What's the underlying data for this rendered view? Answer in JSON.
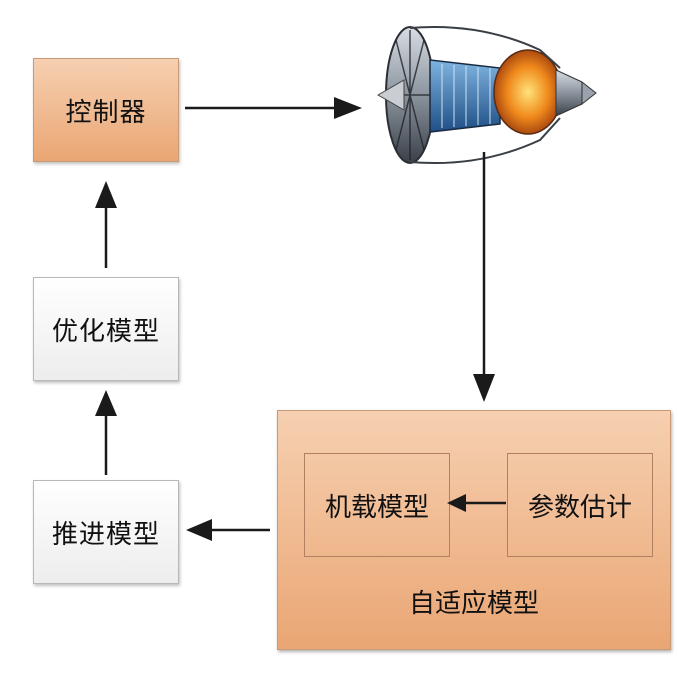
{
  "diagram": {
    "controller_label": "控制器",
    "optimization_model_label": "优化模型",
    "propulsion_model_label": "推进模型",
    "adaptive_model_label": "自适应模型",
    "onboard_model_label": "机载模型",
    "parameter_estimation_label": "参数估计",
    "engine_image": "turbofan-engine-cutaway-icon",
    "colors": {
      "orange_top": "#f6d0b1",
      "orange_bottom": "#eaa674",
      "arrow": "#1a1a1a"
    }
  }
}
